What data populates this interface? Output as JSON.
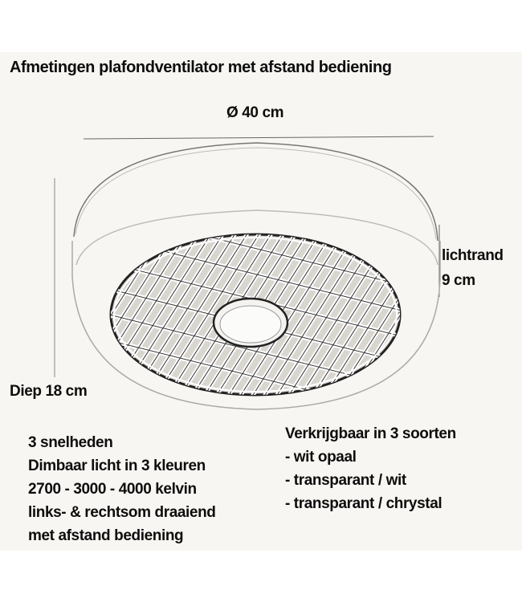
{
  "title": "Afmetingen plafondventilator met afstand bediening",
  "dimensions": {
    "diameter": "Ø 40 cm",
    "light_rim_label": "lichtrand",
    "light_rim_value": "9 cm",
    "depth": "Diep 18 cm"
  },
  "features": [
    "3 snelheden",
    "Dimbaar licht in 3 kleuren",
    "2700 - 3000 - 4000 kelvin",
    "links- & rechtsom draaiend",
    "met afstand bediening"
  ],
  "variants": {
    "heading": "Verkrijgbaar in 3 soorten",
    "items": [
      "- wit opaal",
      "- transparant / wit",
      "- transparant / chrystal"
    ]
  },
  "colors": {
    "background": "#f8f6f2",
    "text": "#0d0d0d",
    "line": "#555555"
  }
}
